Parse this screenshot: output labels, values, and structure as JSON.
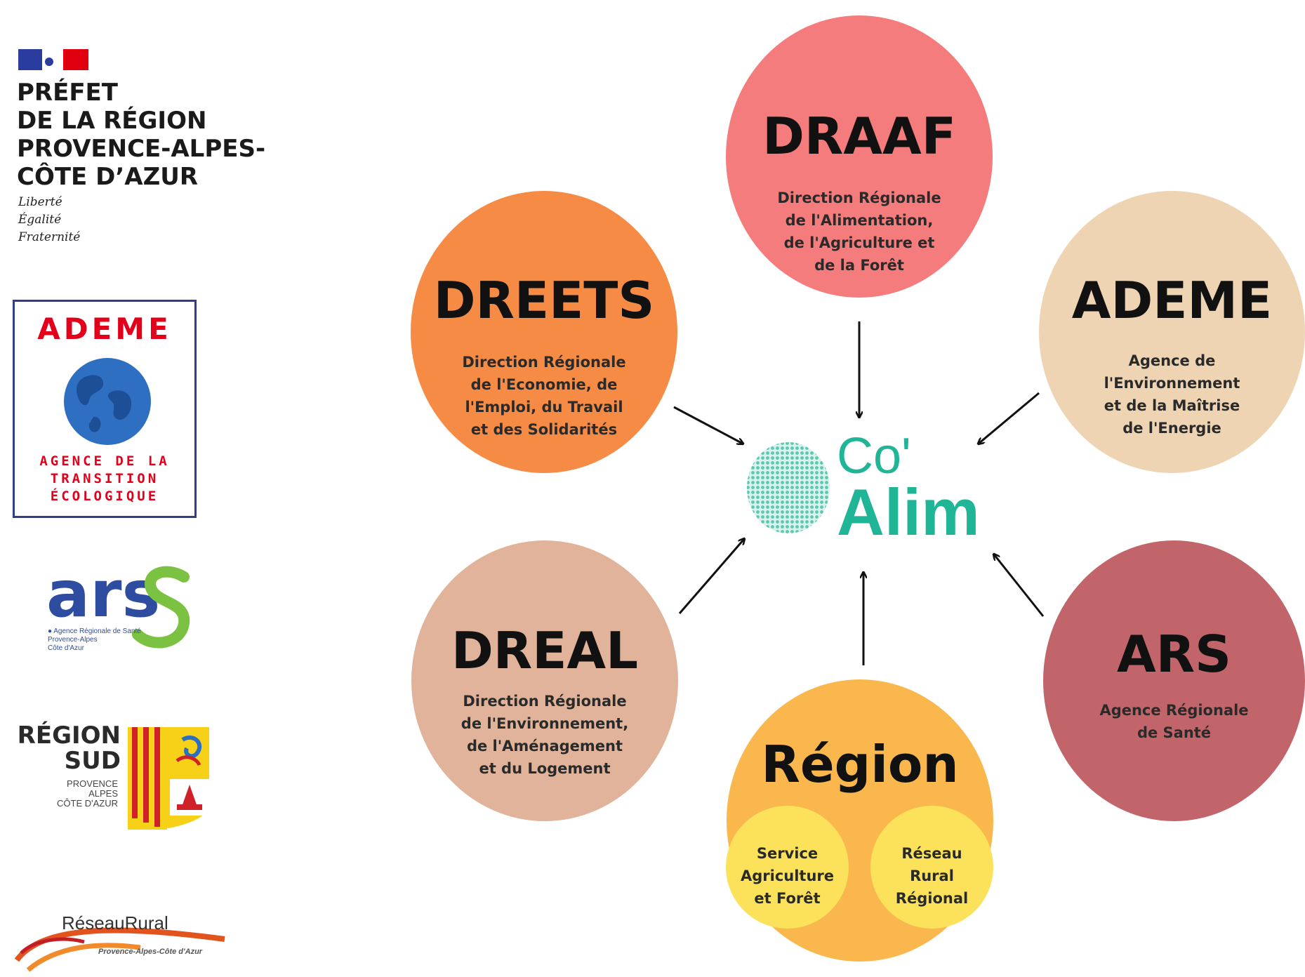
{
  "left_logos": {
    "prefet": {
      "title_lines": "PRÉFET\nDE LA RÉGION\nPROVENCE-ALPES-\nCÔTE D’AZUR",
      "motto": "Liberté\nÉgalité\nFraternité"
    },
    "ademe": {
      "name": "ADEME",
      "subtitle": "AGENCE DE LA\nTRANSITION\nÉCOLOGIQUE"
    },
    "ars": {
      "name": "ars",
      "small": "● Agence Régionale de Santé\nProvence-Alpes\nCôte d'Azur"
    },
    "region_sud": {
      "name": "RÉGION\nSUD",
      "small": "PROVENCE\nALPES\nCÔTE D'AZUR"
    },
    "reseau_rural": {
      "name": "RéseauRural",
      "sub": "Provence-Alpes-Côte d'Azur"
    }
  },
  "diagram": {
    "center": {
      "line1": "Co'",
      "line2": "Alim"
    },
    "nodes": {
      "draaf": {
        "abbr": "DRAAF",
        "desc": "Direction Régionale\nde l'Alimentation,\nde l'Agriculture et\nde la Forêt"
      },
      "dreets": {
        "abbr": "DREETS",
        "desc": "Direction Régionale\nde l'Economie, de\nl'Emploi, du Travail\net des Solidarités"
      },
      "ademe": {
        "abbr": "ADEME",
        "desc": "Agence de\nl'Environnement\net de la Maîtrise\nde l'Energie"
      },
      "dreal": {
        "abbr": "DREAL",
        "desc": "Direction Régionale\nde l'Environnement,\nde l'Aménagement\net du Logement"
      },
      "ars": {
        "abbr": "ARS",
        "desc": "Agence Régionale\nde Santé"
      },
      "region": {
        "abbr": "Région",
        "sub1": "Service\nAgriculture\net Forêt",
        "sub2": "Réseau\nRural\nRégional"
      }
    }
  },
  "colors": {
    "draaf": "#f57c7c",
    "dreets": "#f68b46",
    "ademe": "#eed4b3",
    "dreal": "#e0b39a",
    "ars": "#c2656a",
    "region": "#f9b74e",
    "region_sub": "#fbe25a",
    "coalim": "#1fb596"
  }
}
